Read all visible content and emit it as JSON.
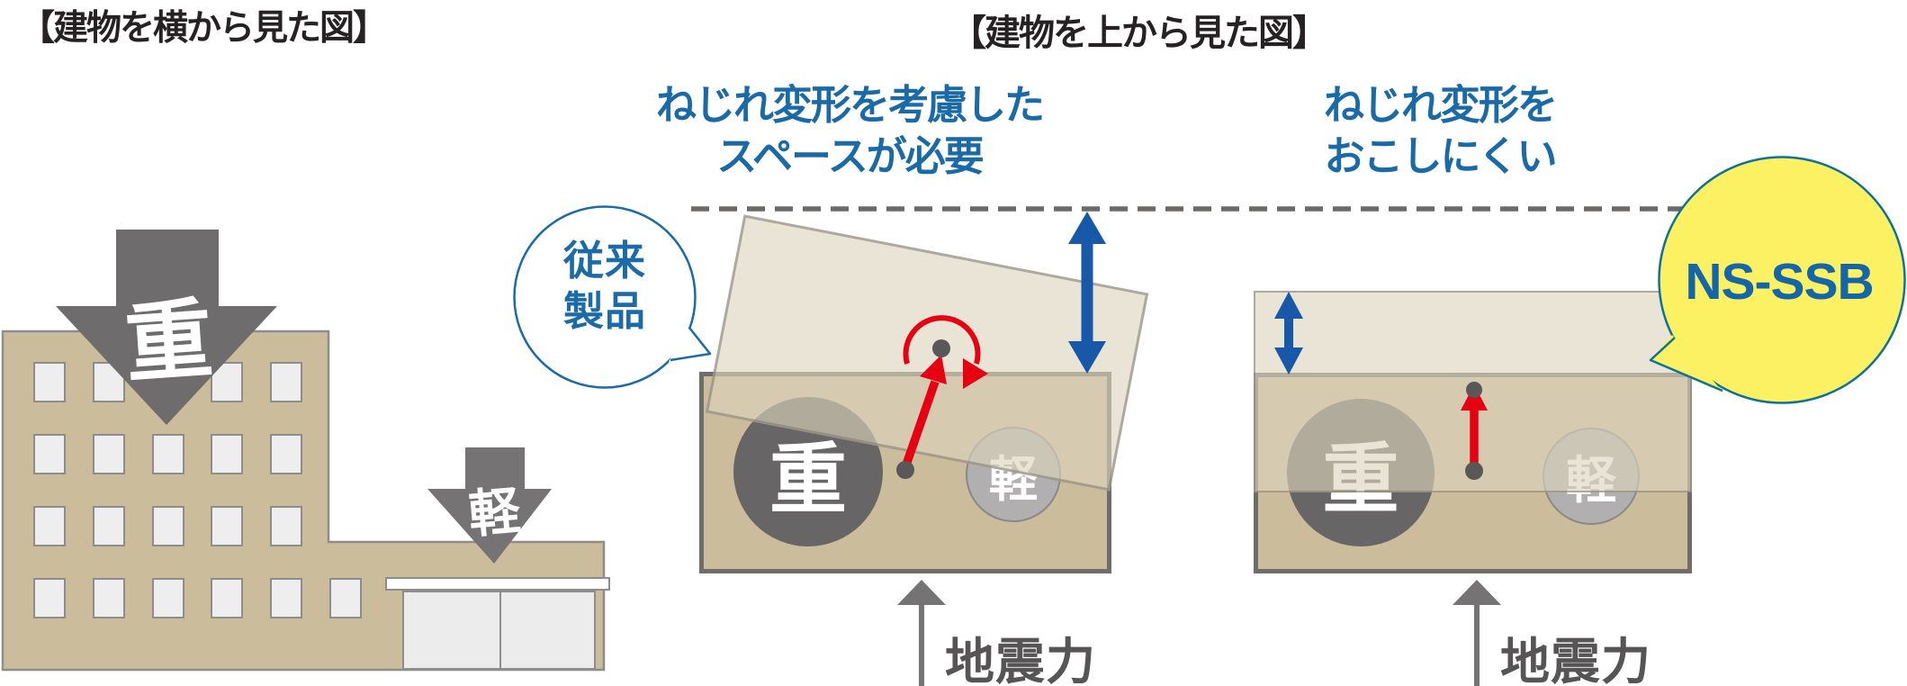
{
  "left_panel": {
    "title": "【建物を横から見た図】",
    "heavy_label": "重",
    "light_label": "軽",
    "building": {
      "window_rows": 4,
      "window_cols": 5
    }
  },
  "top_view": {
    "title": "【建物を上から見た図】",
    "conventional": {
      "heading_line1": "ねじれ変形を考慮した",
      "heading_line2": "スペースが必要",
      "bubble_line1": "従来",
      "bubble_line2": "製品",
      "heavy_label": "重",
      "light_label": "軽",
      "force_label": "地震力"
    },
    "nsssb": {
      "heading_line1": "ねじれ変形を",
      "heading_line2": "おこしにくい",
      "badge": "NS-SSB",
      "heavy_label": "重",
      "light_label": "軽",
      "force_label": "地震力"
    }
  },
  "colors": {
    "tan": "#cbbc9b",
    "tan_border": "#6f6d69",
    "ghost_fill": "#e8e3d4",
    "heavy_gray": "#676565",
    "light_gray": "#b1afaf",
    "arrow_gray": "#757373",
    "accent_blue": "#1a6aa8",
    "deep_blue_arrow": "#1759a8",
    "red": "#e60012",
    "yellow_badge": "#fbf162",
    "badge_border": "#0c7396",
    "text_dark": "#262223",
    "force_text": "#565454"
  }
}
